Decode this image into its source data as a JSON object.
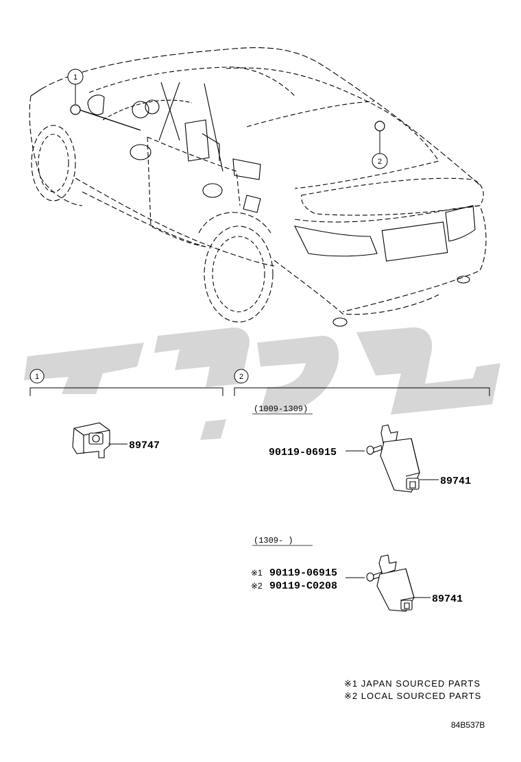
{
  "callouts": {
    "c1": "1",
    "c2": "2"
  },
  "section1": {
    "num": "1",
    "part": "89747"
  },
  "section2": {
    "num": "2",
    "group_a": {
      "date": "(1009-1309)",
      "bolt": "90119-06915",
      "part": "89741"
    },
    "group_b": {
      "date": "(1309-     )",
      "bolt1_mark": "※1",
      "bolt1": "90119-06915",
      "bolt2_mark": "※2",
      "bolt2": "90119-C0208",
      "part": "89741"
    }
  },
  "notes": [
    "※1 JAPAN SOURCED PARTS",
    "※2 LOCAL SOURCED PARTS"
  ],
  "figure_code": "84B537B",
  "watermark": {
    "color": "#cfcfcf"
  }
}
